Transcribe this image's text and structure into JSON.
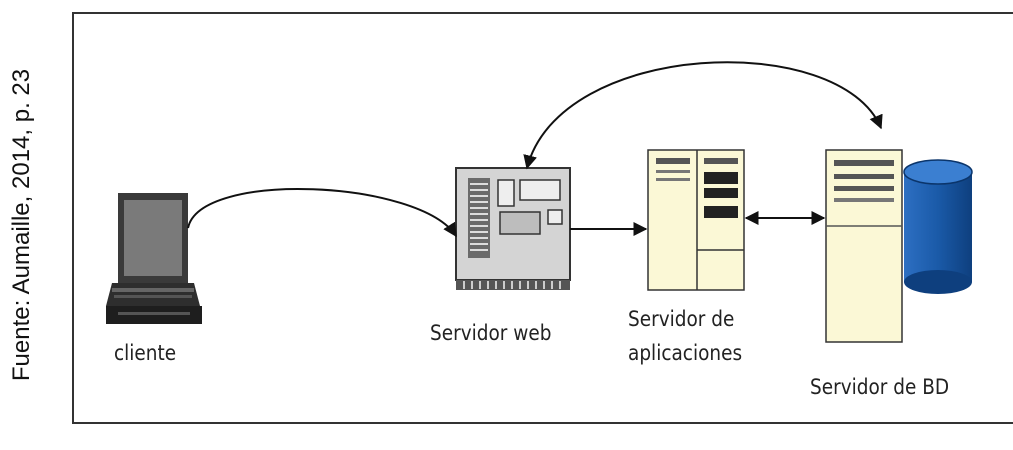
{
  "source_caption": "Fuente: Aumaille, 2014, p. 23",
  "nodes": {
    "client": {
      "label": "cliente"
    },
    "web_server": {
      "label": "Servidor web"
    },
    "app_server": {
      "label_line1": "Servidor de",
      "label_line2": "aplicaciones"
    },
    "db_server": {
      "label": "Servidor de BD"
    }
  },
  "colors": {
    "database": "#1f5fb0",
    "server_case": "#fbf8d6",
    "web_server_case": "#d6d6d6"
  }
}
